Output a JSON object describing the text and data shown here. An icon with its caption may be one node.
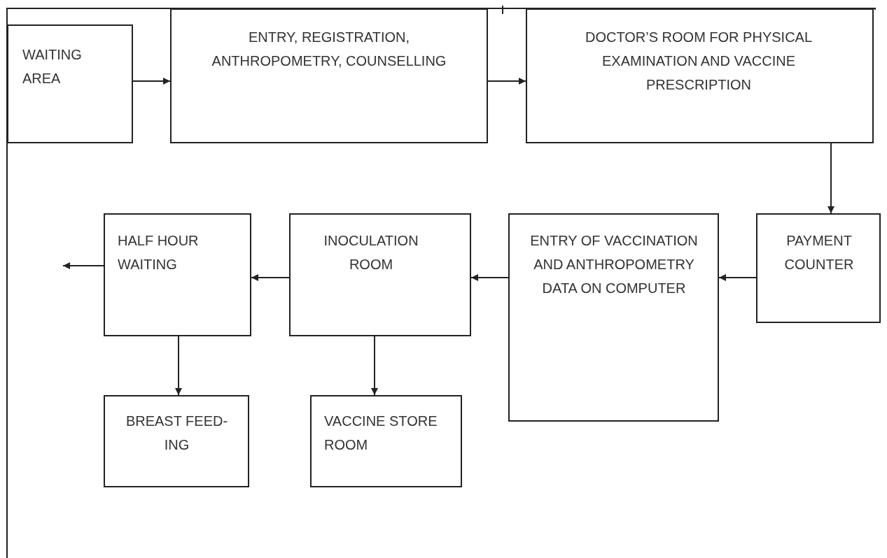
{
  "diagram": {
    "nodes": [
      {
        "text": [
          "WAITING AREA"
        ]
      },
      {
        "text": [
          "ENTRY, REGISTRATION, ANTHROPOMETRY, COUNSELLING"
        ]
      },
      {
        "text": [
          "DOCTOR’S ROOM FOR PHYSICAL EXAMINATION AND VACCINE PRESCRIPTION"
        ]
      },
      {
        "text": [
          "PAYMENT COUNTER"
        ]
      },
      {
        "text": [
          "ENTRY OF VACCINATION AND ANTHROPOMETRY DATA ON COMPUTER"
        ]
      },
      {
        "text": [
          "INOCULATION ROOM"
        ]
      },
      {
        "text": [
          "HALF HOUR WAITING"
        ]
      },
      {
        "text": [
          "BREAST FEED- ING"
        ]
      },
      {
        "text": [
          "VACCINE STORE ROOM"
        ]
      }
    ],
    "edges": [
      {
        "from": 0,
        "to": 1,
        "arrow": "to"
      },
      {
        "from": 1,
        "to": 2,
        "arrow": "to"
      },
      {
        "from": 2,
        "to": 3,
        "arrow": "to"
      },
      {
        "from": 3,
        "to": 4,
        "arrow": "to"
      },
      {
        "from": 4,
        "to": 5,
        "arrow": "to"
      },
      {
        "from": 5,
        "to": 6,
        "arrow": "to"
      },
      {
        "from": 6,
        "to": null,
        "arrow": "to"
      },
      {
        "from": 6,
        "to": 7,
        "arrow": "to"
      },
      {
        "from": 5,
        "to": 8,
        "arrow": "to"
      }
    ]
  }
}
